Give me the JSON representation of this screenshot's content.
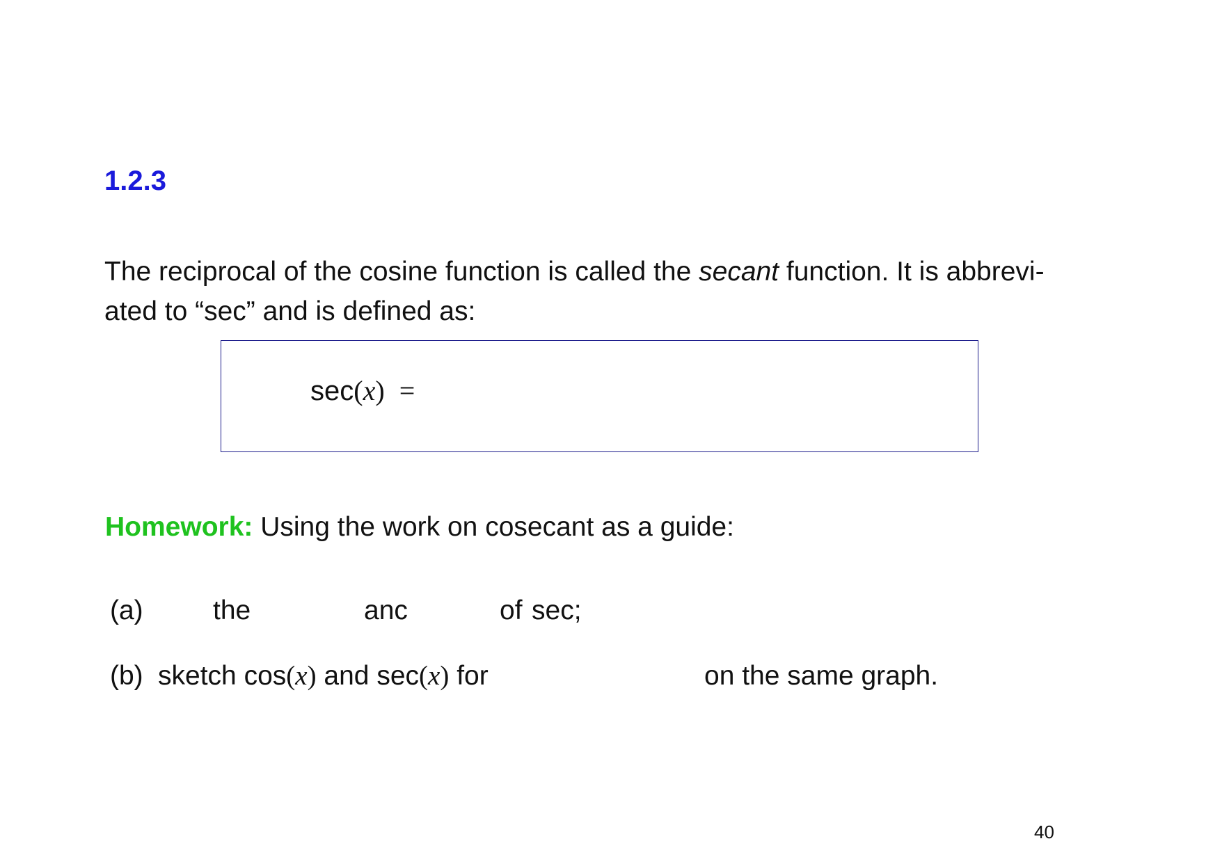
{
  "section": {
    "number": "1.2.3"
  },
  "intro": {
    "part1": "The reciprocal of the cosine function is called the",
    "emphasis": "secant",
    "part2": "function. It is abbrevi-",
    "line2": "ated to “sec” and is defined as:"
  },
  "definition": {
    "fn": "sec",
    "open": "(",
    "var": "x",
    "close": ")",
    "equals": "="
  },
  "homework": {
    "label": "Homework:",
    "text": "Using the work on cosecant as a guide:"
  },
  "items": [
    {
      "label": "(a)",
      "fragments": [
        "the",
        "anc",
        "of",
        "sec;"
      ]
    },
    {
      "label": "(b)",
      "word1": "sketch",
      "fn1": "cos",
      "var": "x",
      "and": "and",
      "fn2": "sec",
      "for": "for",
      "tail": "on the same graph."
    }
  ],
  "page_number": "40"
}
